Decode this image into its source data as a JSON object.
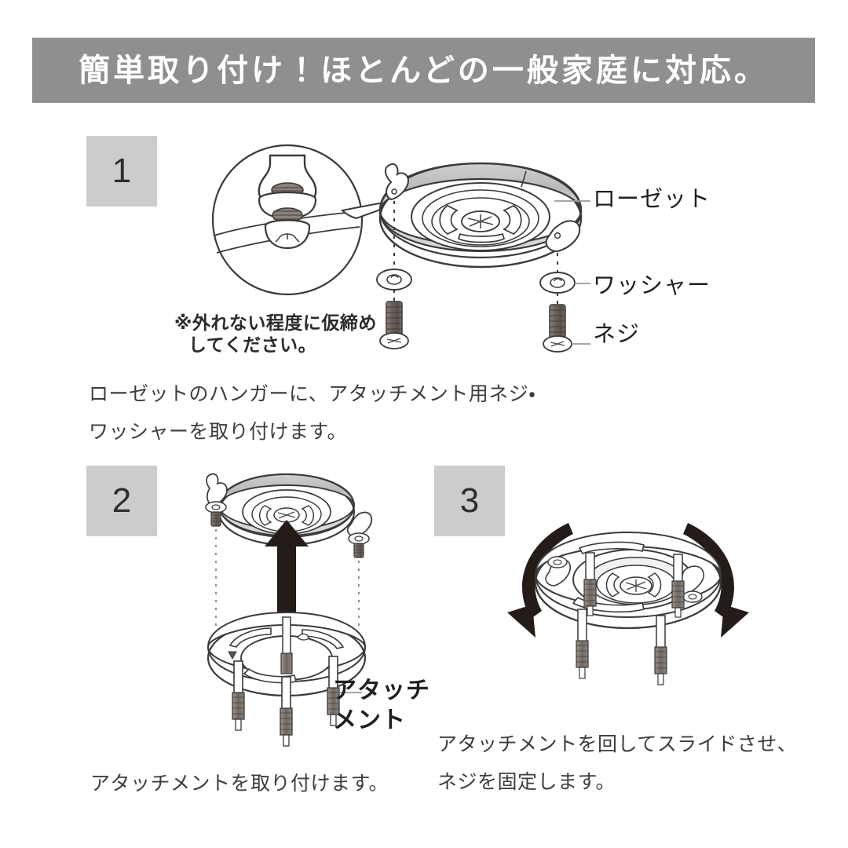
{
  "banner": {
    "title": "簡単取り付け！ほとんどの一般家庭に対応。",
    "background_color": "#8f8f8f",
    "text_color": "#ffffff"
  },
  "theme": {
    "page_background": "#ffffff",
    "badge_background": "#cccccc",
    "text_color": "#3d3d3d",
    "line_color": "#3a3a3a",
    "metal_fill": "#6d655f",
    "arrow_color": "#241c18"
  },
  "steps": [
    {
      "number": "1",
      "description_lines": [
        "ローゼットのハンガーに、アタッチメント用ネジ・",
        "ワッシャーを取り付けます。"
      ],
      "note_lines": [
        "※外れない程度に仮締め",
        "してください。"
      ],
      "callouts": [
        {
          "name": "rosette",
          "label": "ローゼット"
        },
        {
          "name": "washer",
          "label": "ワッシャー"
        },
        {
          "name": "screw",
          "label": "ネジ"
        }
      ]
    },
    {
      "number": "2",
      "description_lines": [
        "アタッチメントを取り付けます。"
      ],
      "callouts": [
        {
          "name": "attachment",
          "label_line_1": "アタッチ",
          "label_line_2": "メント"
        }
      ]
    },
    {
      "number": "3",
      "description_lines": [
        "アタッチメントを回してスライドさせ、",
        "ネジを固定します。"
      ],
      "callouts": []
    }
  ]
}
